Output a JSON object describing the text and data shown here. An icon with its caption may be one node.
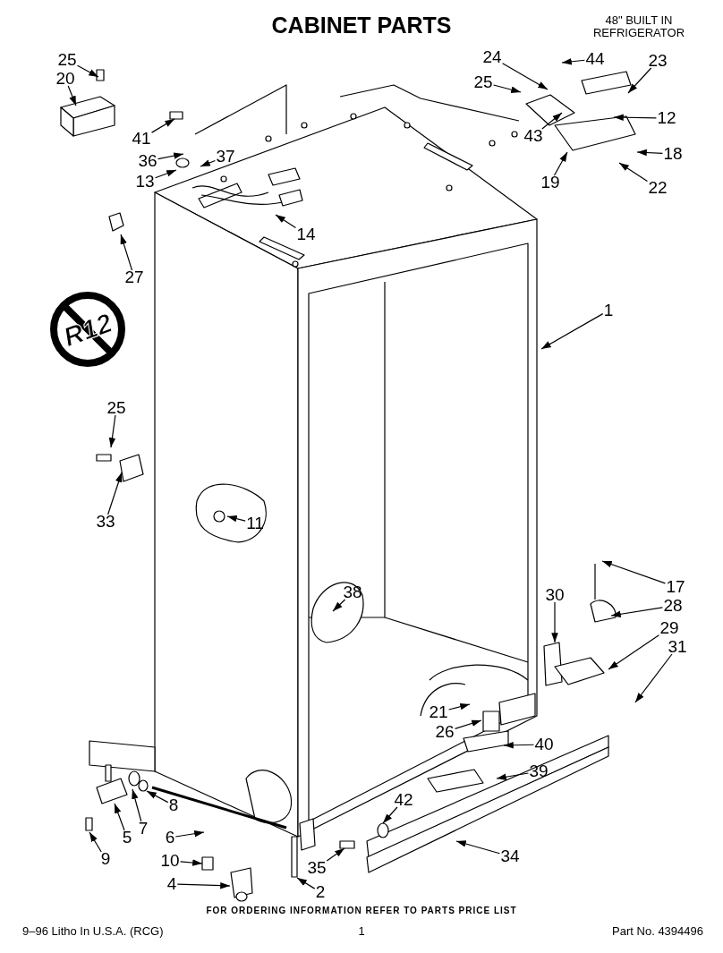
{
  "diagram": {
    "title": "CABINET PARTS",
    "nodes": [
      {
        "text": [
          "25"
        ]
      },
      {
        "text": [
          "20"
        ]
      },
      {
        "text": [
          "41"
        ]
      },
      {
        "text": [
          "36"
        ]
      },
      {
        "text": [
          "13"
        ]
      },
      {
        "text": [
          "37"
        ]
      },
      {
        "text": [
          "14"
        ]
      },
      {
        "text": [
          "27"
        ]
      },
      {
        "text": [
          "24"
        ]
      },
      {
        "text": [
          "44"
        ]
      },
      {
        "text": [
          "23"
        ]
      },
      {
        "text": [
          "25"
        ]
      },
      {
        "text": [
          "43"
        ]
      },
      {
        "text": [
          "12"
        ]
      },
      {
        "text": [
          "18"
        ]
      },
      {
        "text": [
          "19"
        ]
      },
      {
        "text": [
          "22"
        ]
      },
      {
        "text": [
          "1"
        ]
      },
      {
        "text": [
          "25"
        ]
      },
      {
        "text": [
          "33"
        ]
      },
      {
        "text": [
          "11"
        ]
      },
      {
        "text": [
          "38"
        ]
      },
      {
        "text": [
          "30"
        ]
      },
      {
        "text": [
          "17"
        ]
      },
      {
        "text": [
          "28"
        ]
      },
      {
        "text": [
          "29"
        ]
      },
      {
        "text": [
          "31"
        ]
      },
      {
        "text": [
          "21"
        ]
      },
      {
        "text": [
          "26"
        ]
      },
      {
        "text": [
          "40"
        ]
      },
      {
        "text": [
          "39"
        ]
      },
      {
        "text": [
          "42"
        ]
      },
      {
        "text": [
          "34"
        ]
      },
      {
        "text": [
          "5"
        ]
      },
      {
        "text": [
          "7"
        ]
      },
      {
        "text": [
          "8"
        ]
      },
      {
        "text": [
          "9"
        ]
      },
      {
        "text": [
          "6"
        ]
      },
      {
        "text": [
          "10"
        ]
      },
      {
        "text": [
          "4"
        ]
      },
      {
        "text": [
          "35"
        ]
      },
      {
        "text": [
          "2"
        ]
      }
    ],
    "edges": [
      {
        "from": 0,
        "to": null,
        "arrow": "to"
      },
      {
        "from": 1,
        "to": null,
        "arrow": "to"
      },
      {
        "from": 2,
        "to": null,
        "arrow": "to"
      },
      {
        "from": 3,
        "to": null,
        "arrow": "to"
      },
      {
        "from": 4,
        "to": null,
        "arrow": "to"
      },
      {
        "from": 5,
        "to": null,
        "arrow": "to"
      },
      {
        "from": 6,
        "to": null,
        "arrow": "to"
      },
      {
        "from": 7,
        "to": null,
        "arrow": "to"
      },
      {
        "from": 8,
        "to": null,
        "arrow": "to"
      },
      {
        "from": 9,
        "to": null,
        "arrow": "to"
      },
      {
        "from": 10,
        "to": null,
        "arrow": "to"
      },
      {
        "from": 11,
        "to": null,
        "arrow": "to"
      },
      {
        "from": 12,
        "to": null,
        "arrow": "to"
      },
      {
        "from": 13,
        "to": null,
        "arrow": "to"
      },
      {
        "from": 14,
        "to": null,
        "arrow": "to"
      },
      {
        "from": 15,
        "to": null,
        "arrow": "to"
      },
      {
        "from": 16,
        "to": null,
        "arrow": "to"
      },
      {
        "from": 17,
        "to": null,
        "arrow": "to"
      },
      {
        "from": 18,
        "to": null,
        "arrow": "to"
      },
      {
        "from": 19,
        "to": null,
        "arrow": "to"
      },
      {
        "from": 20,
        "to": null,
        "arrow": "to"
      },
      {
        "from": 21,
        "to": null,
        "arrow": "to"
      },
      {
        "from": 22,
        "to": null,
        "arrow": "to"
      },
      {
        "from": 23,
        "to": null,
        "arrow": "to"
      },
      {
        "from": 24,
        "to": null,
        "arrow": "to"
      },
      {
        "from": 25,
        "to": null,
        "arrow": "to"
      },
      {
        "from": 26,
        "to": null,
        "arrow": "to"
      },
      {
        "from": 27,
        "to": null,
        "arrow": "to"
      },
      {
        "from": 28,
        "to": null,
        "arrow": "to"
      },
      {
        "from": 29,
        "to": null,
        "arrow": "to"
      },
      {
        "from": 30,
        "to": null,
        "arrow": "to"
      },
      {
        "from": 31,
        "to": null,
        "arrow": "to"
      },
      {
        "from": 32,
        "to": null,
        "arrow": "to"
      },
      {
        "from": 33,
        "to": null,
        "arrow": "to"
      },
      {
        "from": 34,
        "to": null,
        "arrow": "to"
      },
      {
        "from": 35,
        "to": null,
        "arrow": "to"
      },
      {
        "from": 36,
        "to": null,
        "arrow": "to"
      },
      {
        "from": 37,
        "to": null,
        "arrow": "to"
      },
      {
        "from": 38,
        "to": null,
        "arrow": "to"
      },
      {
        "from": 39,
        "to": null,
        "arrow": "to"
      },
      {
        "from": 40,
        "to": null,
        "arrow": "to"
      },
      {
        "from": 41,
        "to": null,
        "arrow": "to"
      }
    ],
    "labels": [
      "48\" BUILT IN REFRIGERATOR",
      "R12",
      "FOR ORDERING INFORMATION REFER TO PARTS PRICE LIST",
      "9–96 Litho In U.S.A. (RCG)",
      "1",
      "Part No. 4394496"
    ]
  }
}
